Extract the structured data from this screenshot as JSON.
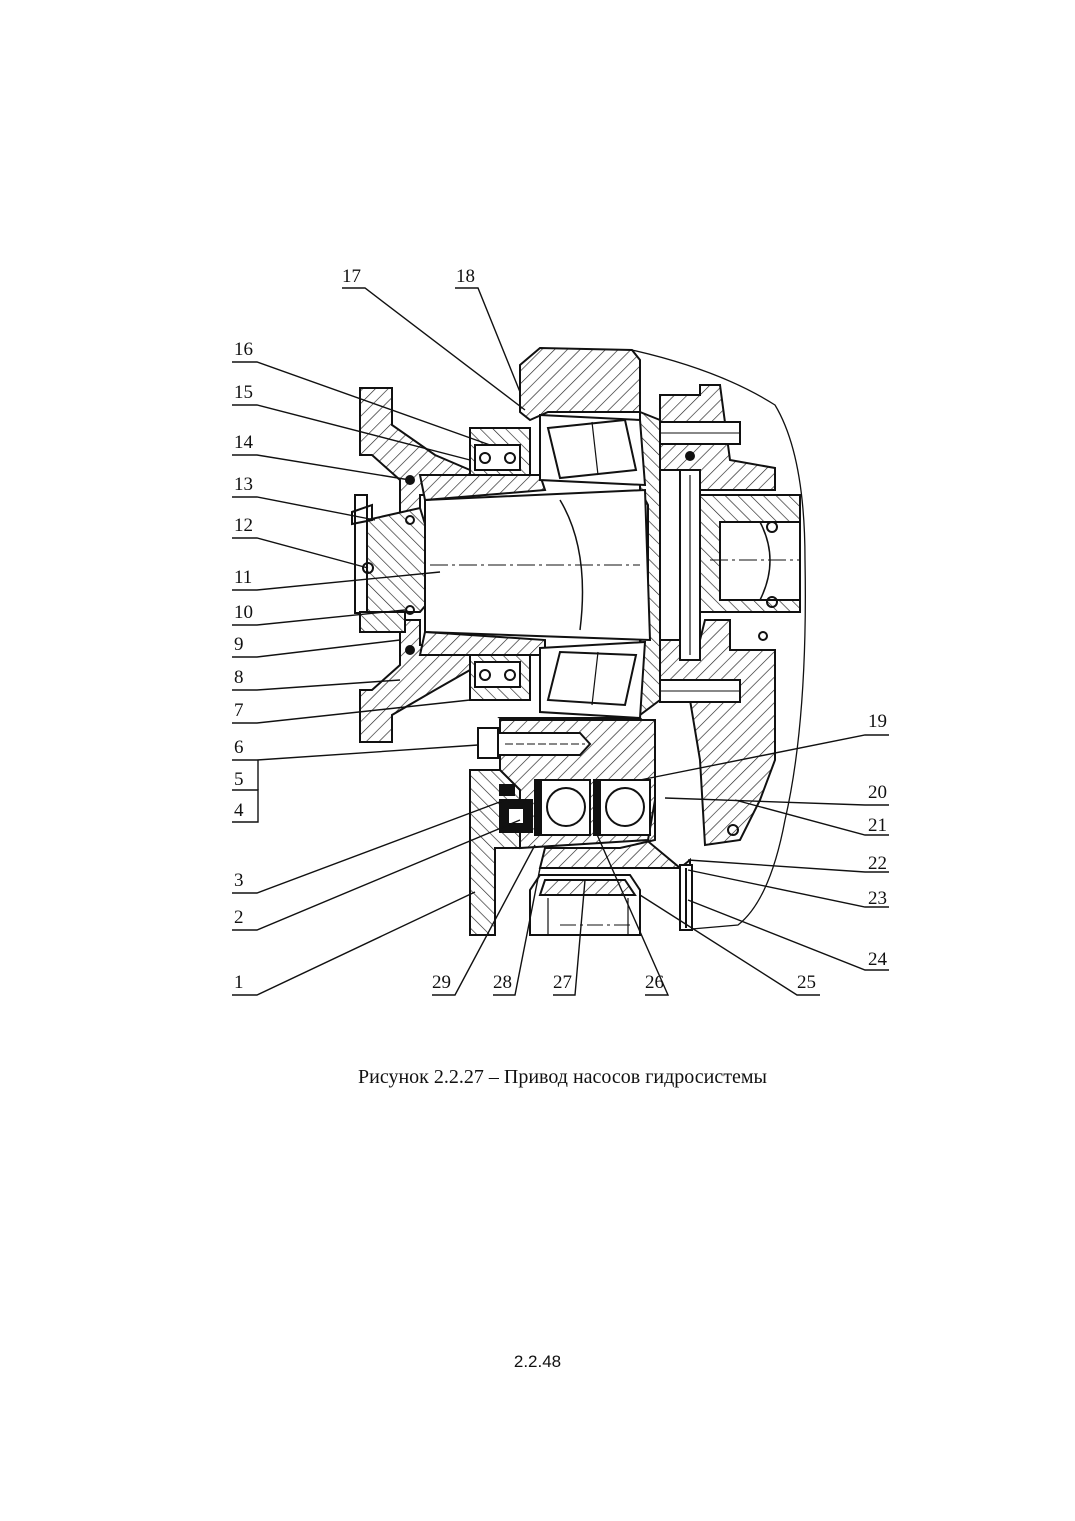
{
  "figure": {
    "caption": "Рисунок 2.2.27 – Привод насосов гидросистемы",
    "page_number": "2.2.48",
    "callouts": [
      "1",
      "2",
      "3",
      "4",
      "5",
      "6",
      "7",
      "8",
      "9",
      "10",
      "11",
      "12",
      "13",
      "14",
      "15",
      "16",
      "17",
      "18",
      "19",
      "20",
      "21",
      "22",
      "23",
      "24",
      "25",
      "26",
      "27",
      "28",
      "29"
    ]
  }
}
